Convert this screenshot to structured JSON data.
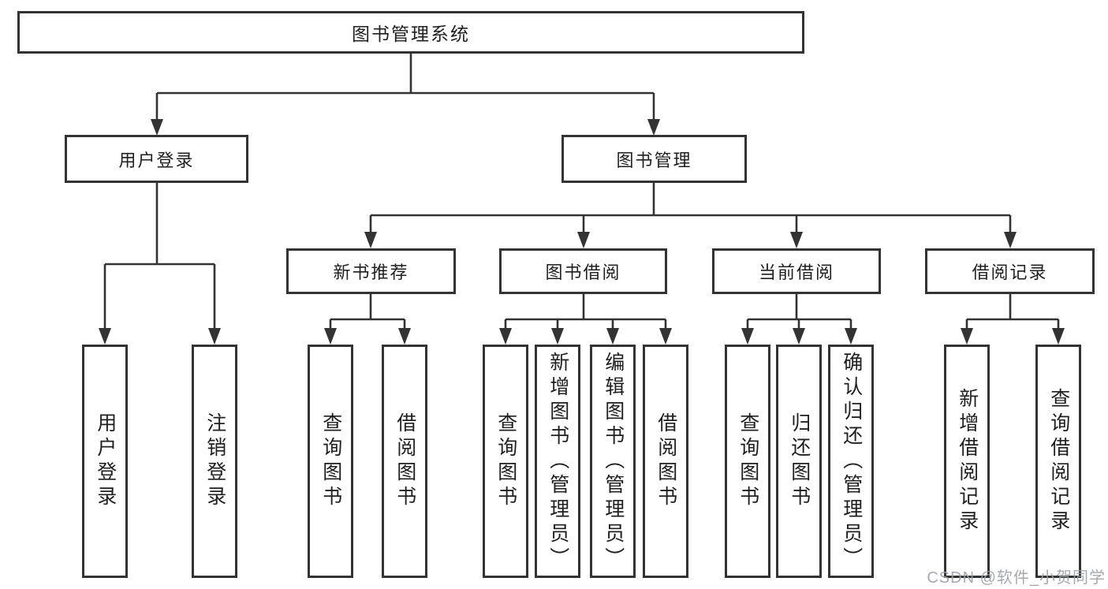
{
  "diagram": {
    "tree": {
      "root": {
        "label": "图书管理系统"
      },
      "branches": [
        {
          "label": "用户登录",
          "leaves": [
            {
              "label": "用户登录"
            },
            {
              "label": "注销登录"
            }
          ]
        },
        {
          "label": "图书管理",
          "sections": [
            {
              "label": "新书推荐",
              "leaves": [
                {
                  "label": "查询图书"
                },
                {
                  "label": "借阅图书"
                }
              ]
            },
            {
              "label": "图书借阅",
              "leaves": [
                {
                  "label": "查询图书"
                },
                {
                  "label": "新增图书（管理员）"
                },
                {
                  "label": "编辑图书（管理员）"
                },
                {
                  "label": "借阅图书"
                }
              ]
            },
            {
              "label": "当前借阅",
              "leaves": [
                {
                  "label": "查询图书"
                },
                {
                  "label": "归还图书"
                },
                {
                  "label": "确认归还（管理员）"
                }
              ]
            },
            {
              "label": "借阅记录",
              "leaves": [
                {
                  "label": "新增借阅记录"
                },
                {
                  "label": "查询借阅记录"
                }
              ]
            }
          ]
        }
      ]
    },
    "colors": {
      "line": "#333333",
      "box_border": "#333333",
      "text": "#1f1f1f",
      "background": "#ffffff",
      "watermark": "#9ba0a7"
    },
    "watermark": {
      "text": "CSDN @软件_小贺同学"
    }
  }
}
